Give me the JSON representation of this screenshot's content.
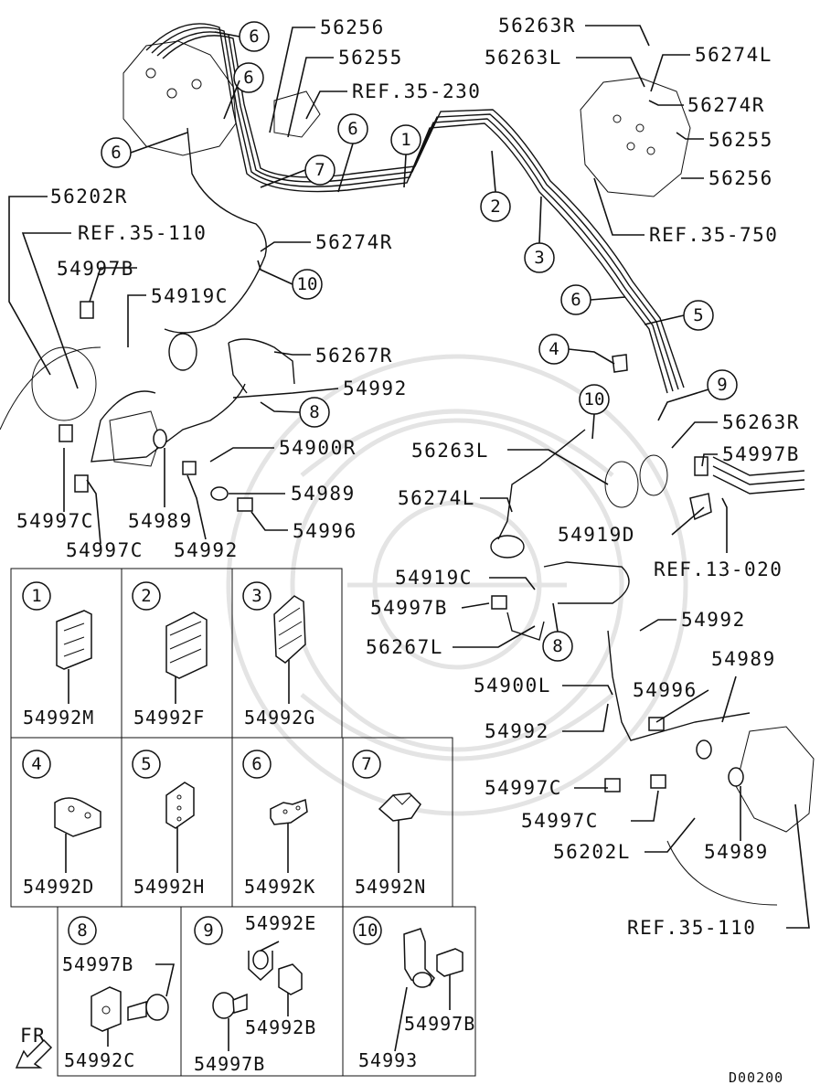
{
  "callout_labels": [
    "56256",
    "56255",
    "REF.35-230",
    "56263R",
    "56263L",
    "56274L",
    "56274R",
    "56255",
    "56256",
    "REF.35-750",
    "56202R",
    "REF.35-110",
    "56274R",
    "54997B",
    "54919C",
    "56267R",
    "54992",
    "54900R",
    "54989",
    "54996",
    "54997C",
    "54989",
    "54992",
    "54997C",
    "56263R",
    "54997B",
    "56263L",
    "56274L",
    "54919D",
    "REF.13-020",
    "54919C",
    "54997B",
    "56267L",
    "54992",
    "54989",
    "54900L",
    "54996",
    "54992",
    "54997C",
    "54997C",
    "56202L",
    "54989",
    "REF.35-110"
  ],
  "callout_numbers": [
    "6",
    "6",
    "6",
    "6",
    "7",
    "1",
    "2",
    "3",
    "6",
    "5",
    "4",
    "9",
    "10",
    "10",
    "8",
    "8"
  ],
  "legend": [
    {
      "num": "1",
      "part": "54992M"
    },
    {
      "num": "2",
      "part": "54992F"
    },
    {
      "num": "3",
      "part": "54992G"
    },
    {
      "num": "4",
      "part": "54992D"
    },
    {
      "num": "5",
      "part": "54992H"
    },
    {
      "num": "6",
      "part": "54992K"
    },
    {
      "num": "7",
      "part": "54992N"
    },
    {
      "num": "8",
      "parts": [
        "54997B",
        "54992C"
      ]
    },
    {
      "num": "9",
      "parts": [
        "54992E",
        "54992B",
        "54997B"
      ]
    },
    {
      "num": "10",
      "parts": [
        "54993",
        "54997B"
      ]
    }
  ],
  "direction_label": "FR",
  "drawing_code": "D00200"
}
